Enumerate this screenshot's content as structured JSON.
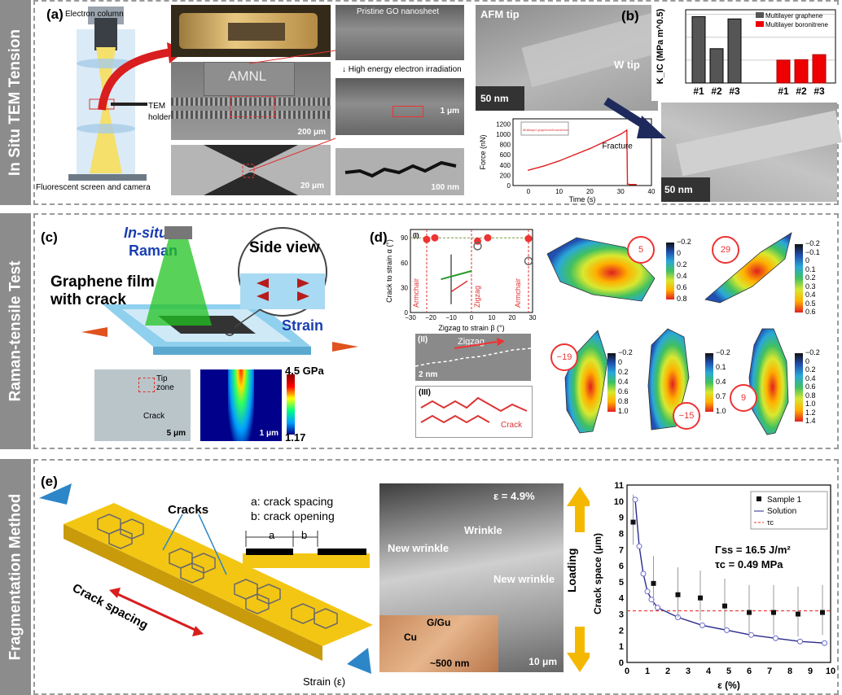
{
  "section_a": {
    "side_label": "In Situ TEM Tension",
    "label_a": "(a)",
    "label_b": "(b)",
    "electron_column": "Electron column",
    "tem_holder": "TEM\nholder",
    "screen": "Fluorescent screen and camera",
    "amnl": "AMNL",
    "sb_200um": "200 μm",
    "sb_20um": "20 μm",
    "pristine": "Pristine GO nanosheet",
    "irradiation": "High energy electron irradiation",
    "sb_1um": "1 μm",
    "sb_100nm": "100 nm",
    "afm_tip": "AFM tip",
    "w_tip": "W tip",
    "sb_50nm": "50 nm",
    "sb_50nm_b": "50 nm",
    "force_chart": {
      "ylabel": "Force (nN)",
      "xlabel": "Time (s)",
      "yticks": [
        "0",
        "200",
        "400",
        "600",
        "800",
        "1000",
        "1200"
      ],
      "xticks": [
        "0",
        "10",
        "20",
        "30",
        "40"
      ],
      "annotation": "Fracture",
      "inset_label": "Multilayer graphene/boronitrene"
    },
    "kic_chart": {
      "ylabel": "K_IC (MPa m^0.5)",
      "legend": [
        "Multilayer graphene",
        "Multilayer boronitrene"
      ],
      "categories": [
        "#1",
        "#2",
        "#3",
        "#1",
        "#2",
        "#3"
      ]
    }
  },
  "section_b": {
    "side_label": "Raman-tensile Test",
    "label_c": "(c)",
    "label_d": "(d)",
    "in_situ": "In-situ",
    "raman": "Raman",
    "side_view": "Side view",
    "graphene_film": "Graphene film\nwith crack",
    "strain": "Strain",
    "tip_zone": "Tip\nzone",
    "crack": "Crack",
    "sb_5um": "5 μm",
    "sb_1um": "1 μm",
    "cbar_max": "4.5 GPa",
    "cbar_min": "1.17",
    "d_chart": {
      "ylabel": "Crack to strain α (°)",
      "xlabel": "Zigzag to strain β (°)",
      "xticks": [
        "−30",
        "−20",
        "−10",
        "0",
        "10",
        "20",
        "30"
      ],
      "yticks": [
        "0",
        "30",
        "60",
        "90"
      ],
      "labels": [
        "Armchair",
        "Zigzag",
        "Armchair"
      ],
      "panel": "(I)"
    },
    "panel_II": "(II)",
    "zigzag": "Zigzag",
    "sb_2nm": "2 nm",
    "panel_III": "(III)",
    "crack_III": "Crack",
    "maps": [
      {
        "tag": "5",
        "ticks": [
          "−0.2",
          "0",
          "0.2",
          "0.4",
          "0.6",
          "0.8"
        ]
      },
      {
        "tag": "29",
        "ticks": [
          "−0.2",
          "−0.1",
          "0",
          "0.1",
          "0.2",
          "0.3",
          "0.4",
          "0.5",
          "0.6"
        ]
      },
      {
        "tag": "−19",
        "ticks": [
          "−0.2",
          "0",
          "0.2",
          "0.4",
          "0.6",
          "0.8",
          "1.0"
        ]
      },
      {
        "tag": "−15",
        "ticks": [
          "−0.2",
          "0.1",
          "0.4",
          "0.7",
          "1.0"
        ]
      },
      {
        "tag": "9",
        "ticks": [
          "−0.2",
          "0",
          "0.2",
          "0.4",
          "0.6",
          "0.8",
          "1.0",
          "1.2",
          "1.4"
        ]
      }
    ]
  },
  "section_c": {
    "side_label": "Fragmentation Method",
    "label_e": "(e)",
    "cracks": "Cracks",
    "a_def": "a: crack spacing",
    "b_def": "b: crack opening",
    "a": "a",
    "b": "b",
    "crack_spacing": "Crack spacing",
    "strain_e": "Strain (ε)",
    "eps": "ε = 4.9%",
    "new_wrinkle1": "New wrinkle",
    "wrinkle": "Wrinkle",
    "new_wrinkle2": "New wrinkle",
    "loading": "Loading",
    "g_gu": "G/Gu",
    "cu": "Cu",
    "nm500": "~500 nm",
    "sb_10um": "10 μm"
  },
  "colors": {
    "red": "#e0201e",
    "blue": "#1565c0",
    "gold": "#f6c21b",
    "gray_side": "#8c8c8c"
  },
  "chart_data": [
    {
      "type": "line",
      "title": "",
      "xlabel": "Time (s)",
      "ylabel": "Force (nN)",
      "xlim": [
        -5,
        40
      ],
      "ylim": [
        0,
        1300
      ],
      "series": [
        {
          "x": [
            0,
            5,
            10,
            15,
            20,
            25,
            30,
            32,
            32.2,
            33,
            35
          ],
          "y": [
            300,
            380,
            480,
            600,
            720,
            860,
            1000,
            1080,
            30,
            20,
            20
          ]
        }
      ]
    },
    {
      "type": "bar",
      "title": "",
      "ylabel": "K_IC (MPa m^0.5)",
      "categories": [
        "#1",
        "#2",
        "#3",
        "#1",
        "#2",
        "#3"
      ],
      "series": [
        {
          "name": "Multilayer graphene",
          "values": [
            14.5,
            7.5,
            14.0,
            null,
            null,
            null
          ]
        },
        {
          "name": "Multilayer boronitrene",
          "values": [
            null,
            null,
            null,
            5.0,
            5.1,
            6.2
          ]
        }
      ]
    },
    {
      "type": "scatter",
      "title": "",
      "xlabel": "Zigzag to strain β (°)",
      "ylabel": "Crack to strain α (°)",
      "xlim": [
        -30,
        30
      ],
      "ylim": [
        0,
        100
      ],
      "series": [
        {
          "name": "",
          "x": [
            -22,
            -18,
            3,
            8,
            28
          ],
          "y": [
            88,
            90,
            86,
            90,
            89
          ]
        },
        {
          "name": "",
          "x": [
            3,
            28
          ],
          "y": [
            80,
            62
          ]
        }
      ]
    },
    {
      "type": "scatter",
      "title": "",
      "xlabel": "ε (%)",
      "ylabel": "Crack space (μm)",
      "xlim": [
        0,
        10
      ],
      "ylim": [
        0,
        11
      ],
      "series": [
        {
          "name": "Sample 1",
          "x": [
            0.3,
            1.3,
            2.5,
            3.6,
            4.8,
            6.0,
            7.2,
            8.4,
            9.6
          ],
          "y": [
            8.7,
            4.9,
            4.2,
            4.0,
            3.5,
            3.1,
            3.1,
            3.0,
            3.1
          ]
        },
        {
          "name": "Solution",
          "x": [
            0.4,
            0.6,
            0.8,
            1.0,
            1.2,
            1.5,
            2.5,
            3.7,
            4.9,
            6.1,
            7.3,
            8.5,
            9.7
          ],
          "y": [
            10.1,
            7.2,
            5.5,
            4.4,
            3.9,
            3.4,
            2.8,
            2.3,
            2.0,
            1.7,
            1.5,
            1.3,
            1.2
          ]
        },
        {
          "name": "τc",
          "x": [
            0,
            10
          ],
          "y": [
            3.2,
            3.2
          ]
        }
      ],
      "xticks": [
        "0",
        "1",
        "2",
        "3",
        "4",
        "5",
        "6",
        "7",
        "8",
        "9",
        "10"
      ],
      "yticks": [
        "0",
        "1",
        "2",
        "3",
        "4",
        "5",
        "6",
        "7",
        "8",
        "9",
        "10",
        "11"
      ],
      "annotations": [
        "Γss = 16.5 J/m²",
        "τc = 0.49 MPa"
      ]
    }
  ]
}
